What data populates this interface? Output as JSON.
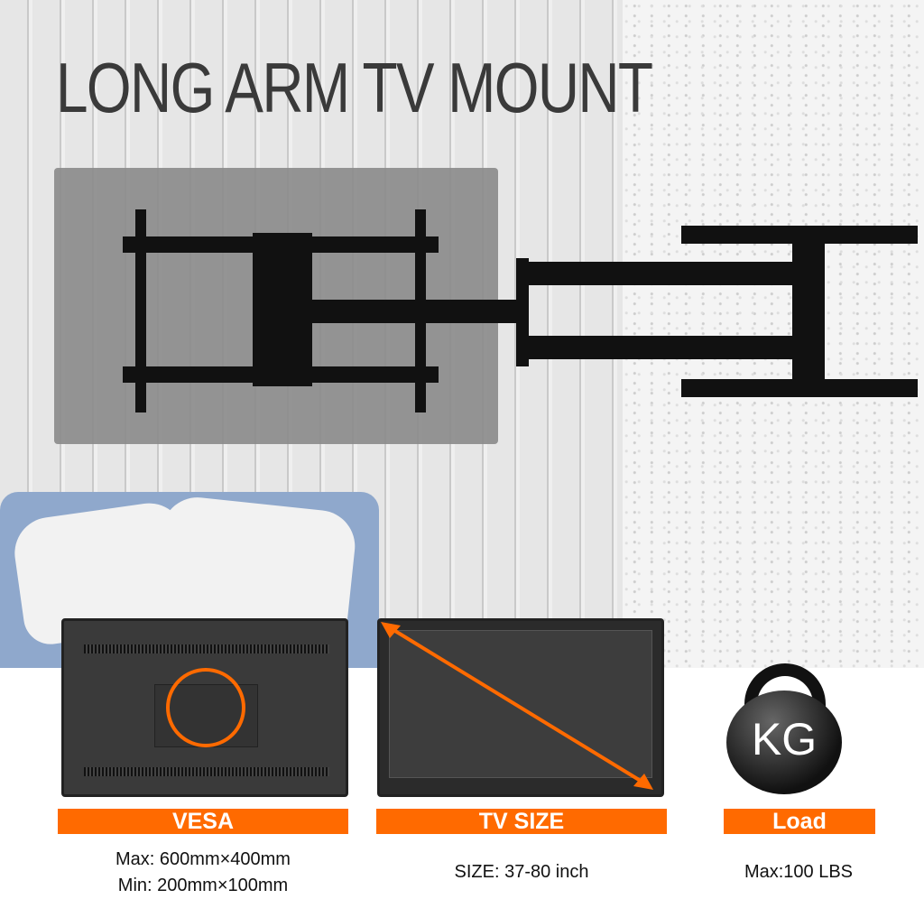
{
  "title": "LONG ARM TV MOUNT",
  "features": [
    {
      "label": "VESA",
      "lines": [
        "Max: 600mm×400mm",
        "Min: 200mm×100mm"
      ]
    },
    {
      "label": "TV SIZE",
      "lines": [
        "SIZE: 37-80 inch"
      ]
    },
    {
      "label": "Load",
      "lines": [
        "Max:100 LBS"
      ]
    }
  ],
  "kettlebell_text": "KG",
  "colors": {
    "accent": "#ff6a00",
    "title": "#3a3a3a"
  }
}
